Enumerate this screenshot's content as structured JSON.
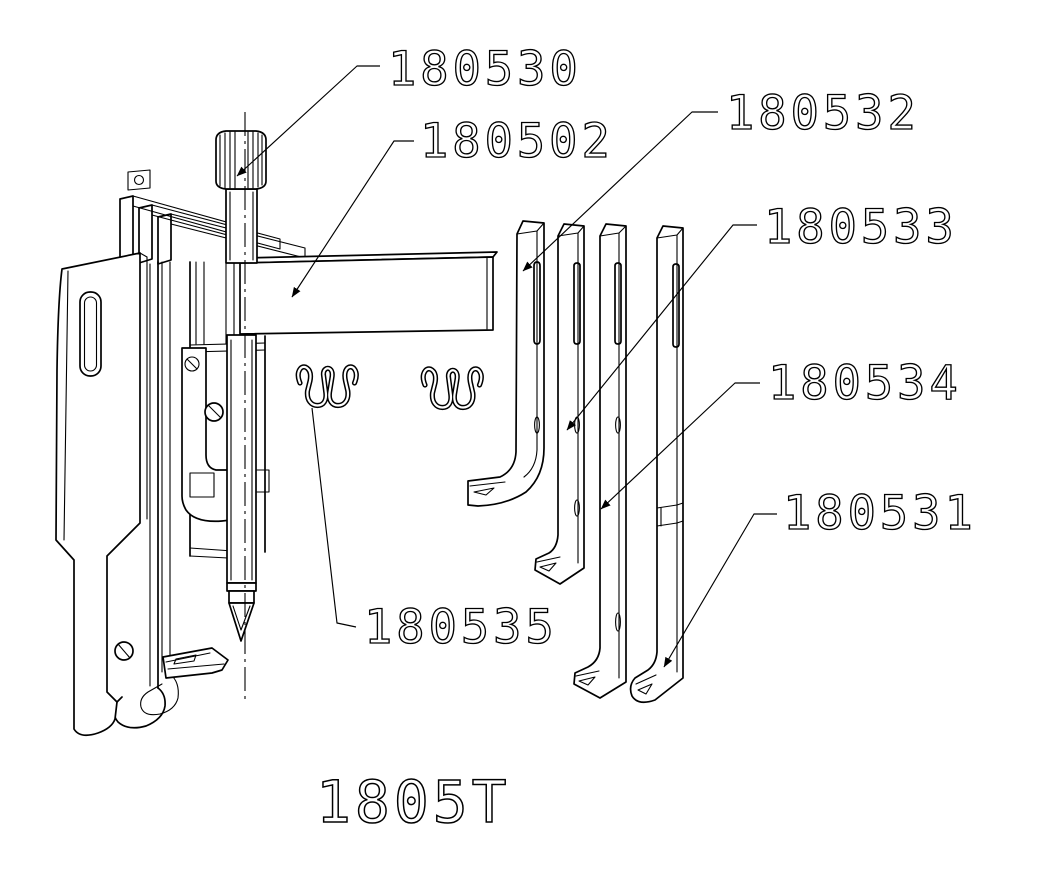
{
  "diagram_type": "exploded-parts-view",
  "colors": {
    "background": "#ffffff",
    "line": "#000000"
  },
  "labels": {
    "p180530": "180530",
    "p180502": "180502",
    "p180532": "180532",
    "p180533": "180533",
    "p180534": "180534",
    "p180531": "180531",
    "p180535": "180535"
  },
  "title": "1805T"
}
